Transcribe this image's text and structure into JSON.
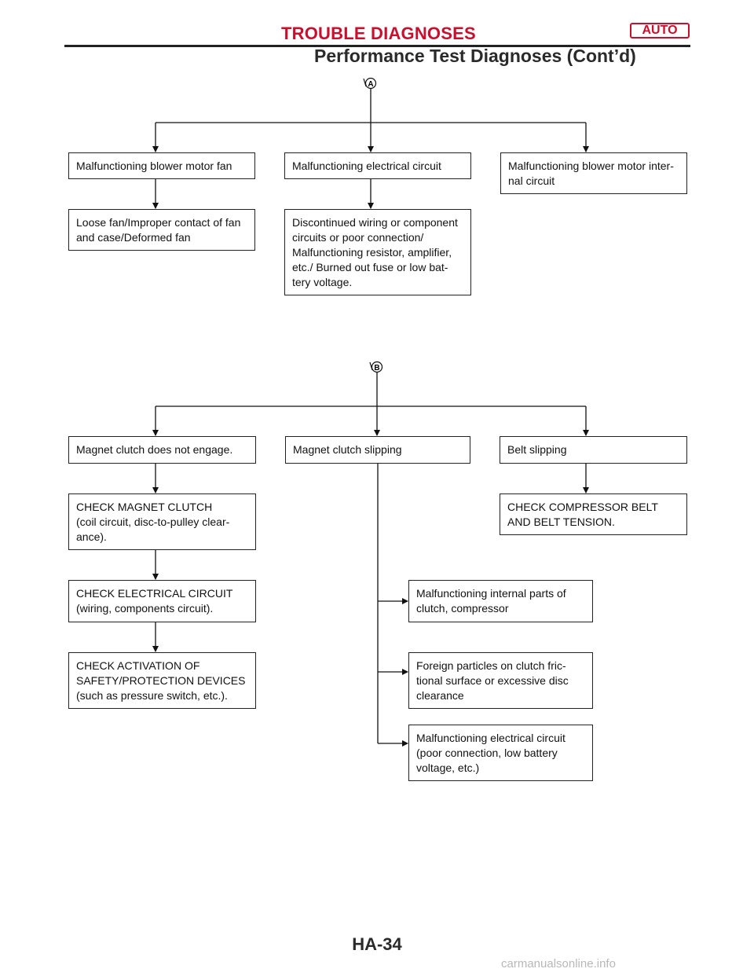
{
  "header": {
    "title": "TROUBLE DIAGNOSES",
    "badge": "AUTO",
    "subtitle": "Performance Test Diagnoses (Cont’d)"
  },
  "footer": {
    "page_number": "HA-34",
    "watermark": "carmanualsonline.info"
  },
  "diagram": {
    "section_a": {
      "marker": "A",
      "boxes": [
        {
          "id": "a1",
          "text": "Malfunctioning blower motor fan"
        },
        {
          "id": "a2",
          "text": "Malfunctioning electrical circuit"
        },
        {
          "id": "a3",
          "text": "Malfunctioning blower motor inter-\nnal circuit"
        },
        {
          "id": "a4",
          "text": "Loose fan/Improper contact of fan\nand case/Deformed fan"
        },
        {
          "id": "a5",
          "text": "Discontinued wiring or component\ncircuits or poor connection/\nMalfunctioning resistor, amplifier,\netc./ Burned out fuse or low bat-\ntery voltage."
        }
      ]
    },
    "section_b": {
      "marker": "B",
      "boxes": [
        {
          "id": "b1",
          "text": "Magnet clutch does not engage."
        },
        {
          "id": "b2",
          "text": "Magnet clutch slipping"
        },
        {
          "id": "b3",
          "text": "Belt slipping"
        },
        {
          "id": "b4",
          "text": "CHECK MAGNET CLUTCH\n(coil circuit, disc-to-pulley clear-\nance)."
        },
        {
          "id": "b5",
          "text": "CHECK COMPRESSOR BELT\nAND BELT TENSION."
        },
        {
          "id": "b6",
          "text": "CHECK ELECTRICAL CIRCUIT\n(wiring, components circuit)."
        },
        {
          "id": "b7",
          "text": "Malfunctioning internal parts of\nclutch, compressor"
        },
        {
          "id": "b8",
          "text": "CHECK ACTIVATION OF\nSAFETY/PROTECTION DEVICES\n(such as pressure switch, etc.)."
        },
        {
          "id": "b9",
          "text": "Foreign particles on clutch fric-\ntional surface or excessive disc\nclearance"
        },
        {
          "id": "b10",
          "text": "Malfunctioning electrical circuit\n(poor connection, low battery\nvoltage, etc.)"
        }
      ]
    }
  }
}
